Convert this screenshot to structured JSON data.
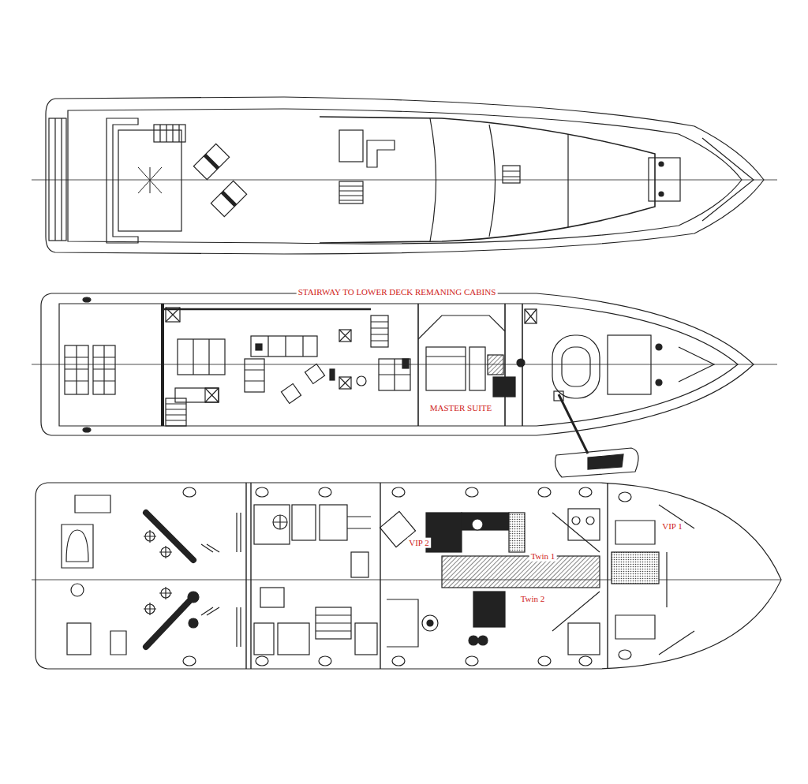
{
  "diagram": {
    "labels": [
      "STAIRWAY TO LOWER DECK REMANING CABINS",
      "MASTER SUITE",
      "VIP 2",
      "Twin 1",
      "Twin 2",
      "VIP 1"
    ]
  }
}
